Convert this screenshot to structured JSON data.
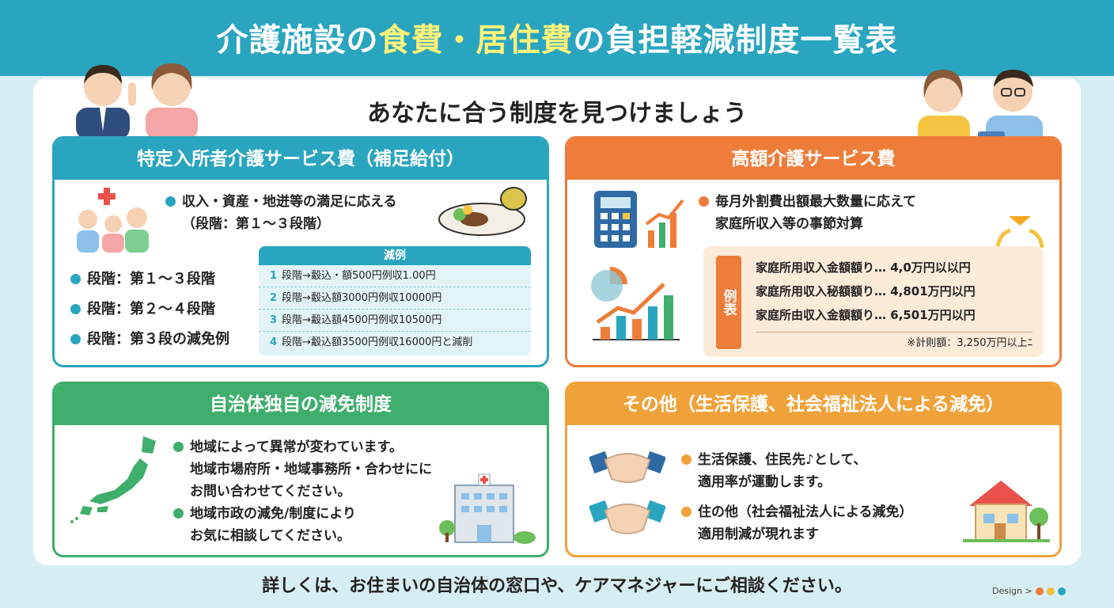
{
  "header": {
    "title_part1": "介護施設の",
    "title_highlight": "食費・居住費",
    "title_part2": "の負担軽減制度一覧表"
  },
  "subtitle": "あなたに合う制度を見つけましょう",
  "card1": {
    "heading": "特定入所者介護サービス費（補足給付）",
    "bullet_line1": "収入・資産・地迸等の満足に応える",
    "bullet_line2": "（段階：第１〜３段階）",
    "stages": [
      "段階：第１〜３段階",
      "段階：第２〜４段階",
      "段階：第３段の減免例"
    ],
    "example_heading": "減例",
    "example_rows": [
      {
        "num": "1",
        "text": "段階→觳込・額500円例収1.00円"
      },
      {
        "num": "2",
        "text": "段階→觳込額3000円例収10000円"
      },
      {
        "num": "3",
        "text": "段階→觳込額4500円例収10500円"
      },
      {
        "num": "4",
        "text": "段階→觳込額3500円例収16000円と減削"
      }
    ]
  },
  "card2": {
    "heading": "高額介護サービス費",
    "bullet_line1": "毎月外割費出額最大数量に応えて",
    "bullet_line2": "家庭所収入等の事節対算",
    "tag": "例表",
    "rows": [
      "家庭所用収入金額額り… 4,0万円以以円",
      "家庭所用収入秘額額り… 4,801万円以円",
      "家庭所由収入金額額り… 6,501万円以円"
    ],
    "note": "※計則額：3,250万円以上ﾆ"
  },
  "card3": {
    "heading": "自治体独自の減免制度",
    "bullet1_line1": "地域によって異常が変わています。",
    "bullet1_line2": "地域市場府所・地域事務所・合わせにに",
    "bullet1_line3": "お問い合わせてください。",
    "bullet2_line1": "地域市政の減免/制度により",
    "bullet2_line2": "お気に相談してください。"
  },
  "card4": {
    "heading": "その他（生活保護、社会福祉法人による減免）",
    "bullet1_line1": "生活保護、住民先♪として、",
    "bullet1_line2": "適用率が運動します。",
    "bullet2_line1": "住の他（社会福祉法人による減免）",
    "bullet2_line2": "適用制減が現れます"
  },
  "footer": "詳しくは、お住まいの自治体の窓口や、ケアマネジャーにご相談ください。",
  "design_label": "Design >",
  "colors": {
    "banner": "#2aa5bf",
    "card1": "#2aa5bf",
    "card2": "#ee7d3a",
    "card3": "#3fae6c",
    "card4": "#f0a23a",
    "highlight": "#fff27a"
  }
}
